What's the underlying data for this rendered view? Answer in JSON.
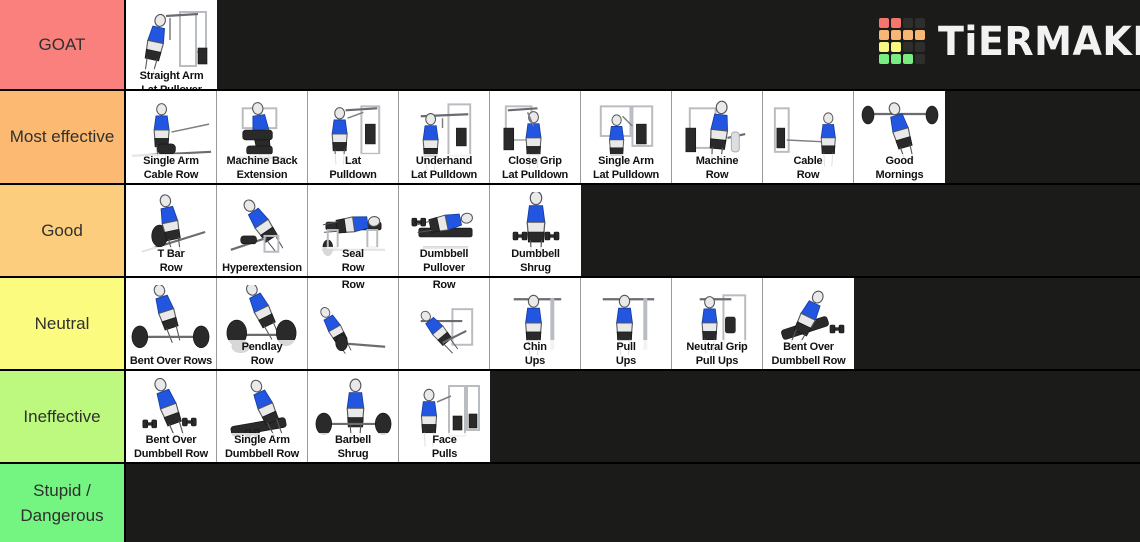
{
  "logo": {
    "name": "tiermaker-logo",
    "text": "TiERMAKER",
    "grid_colors": [
      "#f4766f",
      "#f4766f",
      "#2e2e2c",
      "#2e2e2c",
      "#f7b774",
      "#f7b774",
      "#f7b774",
      "#f7b774",
      "#f9f780",
      "#f9f780",
      "#2e2e2c",
      "#2e2e2c",
      "#79ec82",
      "#79ec82",
      "#79ec82",
      "#2e2e2c"
    ]
  },
  "background_color": "#1b1b19",
  "tiers": [
    {
      "id": "goat",
      "label": "GOAT",
      "color": "#f9807d",
      "height": 91,
      "items": [
        {
          "name": "straight-arm-lat-pullover",
          "caption": "Straight Arm\nLat Pullover",
          "art": "cable-pullover",
          "caption_pos": "bottom",
          "clipped": true
        }
      ]
    },
    {
      "id": "most-effective",
      "label": "Most effective",
      "color": "#fbb972",
      "height": 94,
      "items": [
        {
          "name": "single-arm-cable-row",
          "caption": "Single Arm\nCable Row",
          "art": "seated-cable-row",
          "caption_pos": "bottom"
        },
        {
          "name": "machine-back-extension",
          "caption": "Machine Back\nExtension",
          "art": "machine-back-extension",
          "caption_pos": "bottom"
        },
        {
          "name": "lat-pulldown",
          "caption": "Lat\nPulldown",
          "art": "lat-pulldown",
          "caption_pos": "bottom"
        },
        {
          "name": "underhand-lat-pulldown",
          "caption": "Underhand\nLat Pulldown",
          "art": "underhand-pulldown",
          "caption_pos": "bottom"
        },
        {
          "name": "close-grip-lat-pulldown",
          "caption": "Close Grip\nLat Pulldown",
          "art": "close-grip-pulldown",
          "caption_pos": "bottom"
        },
        {
          "name": "single-arm-lat-pulldown",
          "caption": "Single Arm\nLat Pulldown",
          "art": "single-arm-pulldown",
          "caption_pos": "bottom"
        },
        {
          "name": "machine-row",
          "caption": "Machine\nRow",
          "art": "machine-row",
          "caption_pos": "bottom"
        },
        {
          "name": "cable-row",
          "caption": "Cable\nRow",
          "art": "cable-row",
          "caption_pos": "bottom"
        },
        {
          "name": "good-mornings",
          "caption": "Good\nMornings",
          "art": "good-mornings",
          "caption_pos": "bottom"
        }
      ]
    },
    {
      "id": "good",
      "label": "Good",
      "color": "#fbcd7c",
      "height": 93,
      "items": [
        {
          "name": "t-bar-row",
          "caption": "T Bar\nRow",
          "art": "t-bar-row",
          "caption_pos": "bottom"
        },
        {
          "name": "hyperextension",
          "caption": "Hyperextension",
          "art": "hyperextension",
          "caption_pos": "bottom"
        },
        {
          "name": "seal-row",
          "caption": "Seal\nRow",
          "art": "seal-row",
          "caption_pos": "bottom"
        },
        {
          "name": "dumbbell-pullover",
          "caption": "Dumbbell\nPullover",
          "art": "dumbbell-pullover",
          "caption_pos": "bottom"
        },
        {
          "name": "dumbbell-shrug",
          "caption": "Dumbbell\nShrug",
          "art": "dumbbell-shrug",
          "caption_pos": "bottom"
        }
      ]
    },
    {
      "id": "neutral",
      "label": "Neutral",
      "color": "#fbfb80",
      "height": 93,
      "items": [
        {
          "name": "bent-over-rows",
          "caption": "Bent Over Rows",
          "art": "bent-over-barbell-row",
          "caption_pos": "bottom"
        },
        {
          "name": "pendlay-row",
          "caption": "Pendlay\nRow",
          "art": "pendlay-row",
          "caption_pos": "bottom"
        },
        {
          "name": "meadows-row",
          "caption": "Meadows\nRow",
          "art": "meadows-row",
          "caption_pos": "top"
        },
        {
          "name": "inverted-row",
          "caption": "Inverted\nRow",
          "art": "inverted-row",
          "caption_pos": "top"
        },
        {
          "name": "chin-ups",
          "caption": "Chin\nUps",
          "art": "chin-ups",
          "caption_pos": "bottom"
        },
        {
          "name": "pull-ups",
          "caption": "Pull\nUps",
          "art": "pull-ups",
          "caption_pos": "bottom"
        },
        {
          "name": "neutral-grip-pull-ups",
          "caption": "Neutral Grip\nPull Ups",
          "art": "neutral-grip-pull-ups",
          "caption_pos": "bottom"
        },
        {
          "name": "bent-over-dumbbell-row",
          "caption": "Bent Over\nDumbbell Row",
          "art": "incline-dumbbell-row",
          "caption_pos": "bottom"
        }
      ]
    },
    {
      "id": "ineffective",
      "label": "Ineffective",
      "color": "#bdf97e",
      "height": 93,
      "items": [
        {
          "name": "bent-over-dumbbell-row-2",
          "caption": "Bent Over\nDumbbell Row",
          "art": "bent-over-dumbbell-row",
          "caption_pos": "bottom"
        },
        {
          "name": "single-arm-dumbbell-row",
          "caption": "Single Arm\nDumbbell Row",
          "art": "single-arm-dumbbell-row",
          "caption_pos": "bottom"
        },
        {
          "name": "barbell-shrug",
          "caption": "Barbell\nShrug",
          "art": "barbell-shrug",
          "caption_pos": "bottom"
        },
        {
          "name": "face-pulls",
          "caption": "Face\nPulls",
          "art": "face-pulls",
          "caption_pos": "bottom"
        }
      ]
    },
    {
      "id": "stupid-dangerous",
      "label": "Stupid / Dangerous",
      "color": "#74f480",
      "height": 78,
      "items": []
    }
  ]
}
